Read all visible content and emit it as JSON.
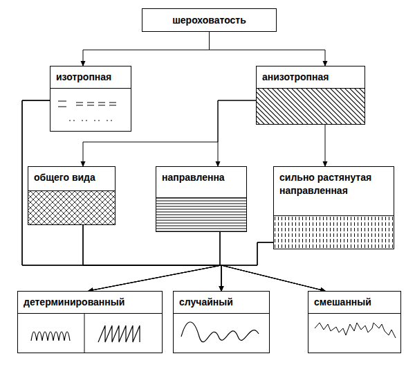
{
  "diagram": {
    "nodes": [
      {
        "text": [
          "шероховатость"
        ]
      },
      {
        "text": [
          "изотропная"
        ]
      },
      {
        "text": [
          "анизотропная"
        ]
      },
      {
        "text": [
          "общего вида"
        ]
      },
      {
        "text": [
          "направленна"
        ]
      },
      {
        "text": [
          "сильно растянутая направленная"
        ]
      },
      {
        "text": [
          "детерминированный"
        ]
      },
      {
        "text": [
          "случайный"
        ]
      },
      {
        "text": [
          "смешанный"
        ]
      }
    ],
    "edges": [
      {
        "from": 0,
        "to": 1,
        "arrow": "to"
      },
      {
        "from": 0,
        "to": 2,
        "arrow": "to"
      },
      {
        "from": 2,
        "to": 3,
        "arrow": "to"
      },
      {
        "from": 2,
        "to": 4,
        "arrow": "to"
      },
      {
        "from": 2,
        "to": 5,
        "arrow": "to"
      },
      {
        "from": 1,
        "to": 6,
        "arrow": "to"
      },
      {
        "from": 1,
        "to": 7,
        "arrow": "to"
      },
      {
        "from": 1,
        "to": 8,
        "arrow": "to"
      },
      {
        "from": 3,
        "to": 6,
        "arrow": "to"
      },
      {
        "from": 3,
        "to": 7,
        "arrow": "to"
      },
      {
        "from": 3,
        "to": 8,
        "arrow": "to"
      },
      {
        "from": 4,
        "to": 6,
        "arrow": "to"
      },
      {
        "from": 4,
        "to": 7,
        "arrow": "to"
      },
      {
        "from": 4,
        "to": 8,
        "arrow": "to"
      },
      {
        "from": 5,
        "to": 6,
        "arrow": "to"
      },
      {
        "from": 5,
        "to": 7,
        "arrow": "to"
      },
      {
        "from": 5,
        "to": 8,
        "arrow": "to"
      }
    ]
  }
}
